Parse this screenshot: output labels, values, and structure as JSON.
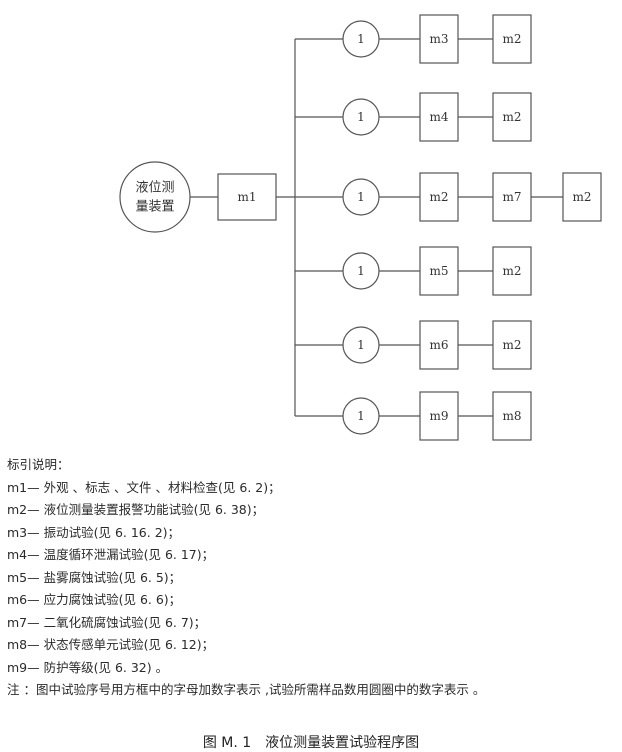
{
  "diagram": {
    "root_label_line1": "液位测",
    "root_label_line2": "量装置",
    "first_box": "m1",
    "branches": [
      {
        "sample": "1",
        "steps": [
          "m3",
          "m2"
        ]
      },
      {
        "sample": "1",
        "steps": [
          "m4",
          "m2"
        ]
      },
      {
        "sample": "1",
        "steps": [
          "m2",
          "m7",
          "m2"
        ]
      },
      {
        "sample": "1",
        "steps": [
          "m5",
          "m2"
        ]
      },
      {
        "sample": "1",
        "steps": [
          "m6",
          "m2"
        ]
      },
      {
        "sample": "1",
        "steps": [
          "m9",
          "m8"
        ]
      }
    ]
  },
  "legend": {
    "heading": "标引说明：",
    "items": [
      "m1— 外观 、标志 、文件 、材料检查(见 6. 2)；",
      "m2— 液位测量装置报警功能试验(见 6. 38)；",
      "m3— 振动试验(见 6. 16. 2)；",
      "m4— 温度循环泄漏试验(见 6. 17)；",
      "m5— 盐雾腐蚀试验(见 6. 5)；",
      "m6— 应力腐蚀试验(见 6. 6)；",
      "m7— 二氧化硫腐蚀试验(见 6. 7)；",
      "m8— 状态传感单元试验(见 6. 12)；",
      "m9— 防护等级(见 6. 32) 。"
    ],
    "note": "注 ：图中试验序号用方框中的字母加数字表示 ,试验所需样品数用圆圈中的数字表示 。"
  },
  "caption": "图 M. 1　液位测量装置试验程序图",
  "colors": {
    "line": "#555555"
  }
}
